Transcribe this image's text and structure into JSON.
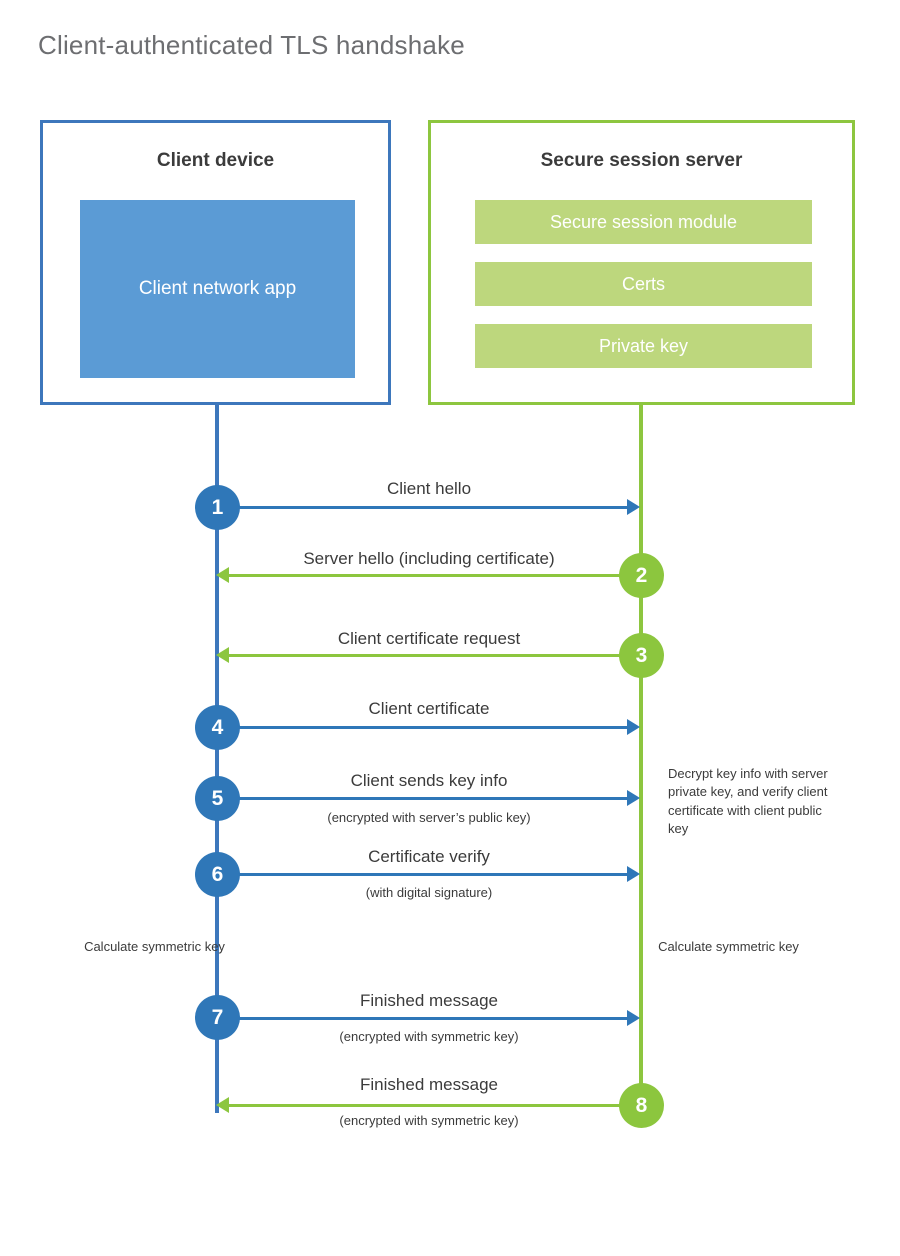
{
  "diagram": {
    "title": "Client-authenticated TLS handshake",
    "colors": {
      "client_border": "#3d77bc",
      "client_fill": "#5b9bd5",
      "client_accent": "#2f77b8",
      "server_border": "#8dc63f",
      "server_fill": "#bdd77d",
      "server_accent": "#8cc63e",
      "title_text": "#6d6e71",
      "body_text": "#3b3b3b",
      "background": "#ffffff"
    }
  },
  "parties": {
    "client": {
      "title": "Client device",
      "app_label": "Client network app"
    },
    "server": {
      "title": "Secure session server",
      "blocks": [
        {
          "label": "Secure session module"
        },
        {
          "label": "Certs"
        },
        {
          "label": "Private key"
        }
      ]
    }
  },
  "steps": [
    {
      "number": "1",
      "label": "Client hello",
      "sub": "",
      "direction": "client-to-server",
      "color": "blue"
    },
    {
      "number": "2",
      "label": "Server hello (including certificate)",
      "sub": "",
      "direction": "server-to-client",
      "color": "green"
    },
    {
      "number": "3",
      "label": "Client certificate request",
      "sub": "",
      "direction": "server-to-client",
      "color": "green"
    },
    {
      "number": "4",
      "label": "Client certificate",
      "sub": "",
      "direction": "client-to-server",
      "color": "blue"
    },
    {
      "number": "5",
      "label": "Client sends key info",
      "sub": "(encrypted with server’s public key)",
      "direction": "client-to-server",
      "color": "blue"
    },
    {
      "number": "6",
      "label": "Certificate verify",
      "sub": "(with digital signature)",
      "direction": "client-to-server",
      "color": "blue"
    },
    {
      "number": "7",
      "label": "Finished message",
      "sub": "(encrypted with symmetric key)",
      "direction": "client-to-server",
      "color": "blue"
    },
    {
      "number": "8",
      "label": "Finished message",
      "sub": "(encrypted with symmetric key)",
      "direction": "server-to-client",
      "color": "green"
    }
  ],
  "annotations": {
    "server_decrypt": "Decrypt key info with server private key, and verify client certificate with client public key",
    "client_calculate": "Calculate symmetric key",
    "server_calculate": "Calculate symmetric key"
  }
}
